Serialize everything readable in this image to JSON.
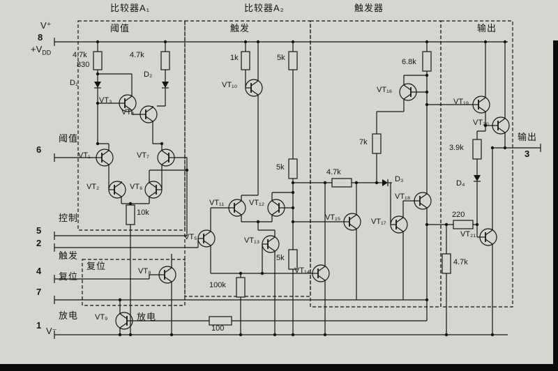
{
  "title_sections": {
    "comparator_a1": "比较器A₁",
    "comparator_a2": "比较器A₂",
    "flipflop": "触发器",
    "a1_header": "阈值",
    "a2_header": "触发",
    "output_header": "输出",
    "reset_box": "复位"
  },
  "pins": {
    "v_plus": "V⁺",
    "pin8": "8",
    "vdd_base": "+V",
    "vdd_sub": "DD",
    "threshold": "阈值",
    "pin6": "6",
    "control": "控制",
    "pin5": "5",
    "pin2": "2",
    "trigger": "触发",
    "pin4": "4",
    "reset": "复位",
    "pin7": "7",
    "discharge": "放电",
    "pin1": "1",
    "v_minus": "V⁻",
    "output": "输出",
    "pin3": "3",
    "discharge_inner": "放电"
  },
  "resistors": {
    "r1": "4.7k",
    "r1b": "830",
    "r2": "4.7k",
    "r3": "10k",
    "r4": "1k",
    "r5": "5k",
    "r6": "5k",
    "r7": "5k",
    "r8": "100k",
    "r9": "100",
    "r10": "6.8k",
    "r11": "7k",
    "r12": "4.7k",
    "r13": "3.9k",
    "r14": "220",
    "r15": "4.7k"
  },
  "transistors": {
    "vt1": "VT₁",
    "vt2": "VT₂",
    "vt3": "VT₃",
    "vt4": "VT₄",
    "vt5": "VT₅",
    "vt6": "VT₆",
    "vt7": "VT₇",
    "vt8": "VT₈",
    "vt9": "VT₉",
    "vt10": "VT₁₀",
    "vt11": "VT₁₁",
    "vt12": "VT₁₂",
    "vt13": "VT₁₃",
    "vt14": "VT₁₄",
    "vt15": "VT₁₅",
    "vt16": "VT₁₆",
    "vt17": "VT₁₇",
    "vt18": "VT₁₈",
    "vt19": "VT₁₉",
    "vt20": "VT₂₀",
    "vt21": "VT₂₁"
  },
  "diodes": {
    "d1": "D₁",
    "d2": "D₂",
    "d3": "D₃",
    "d4": "D₄"
  }
}
